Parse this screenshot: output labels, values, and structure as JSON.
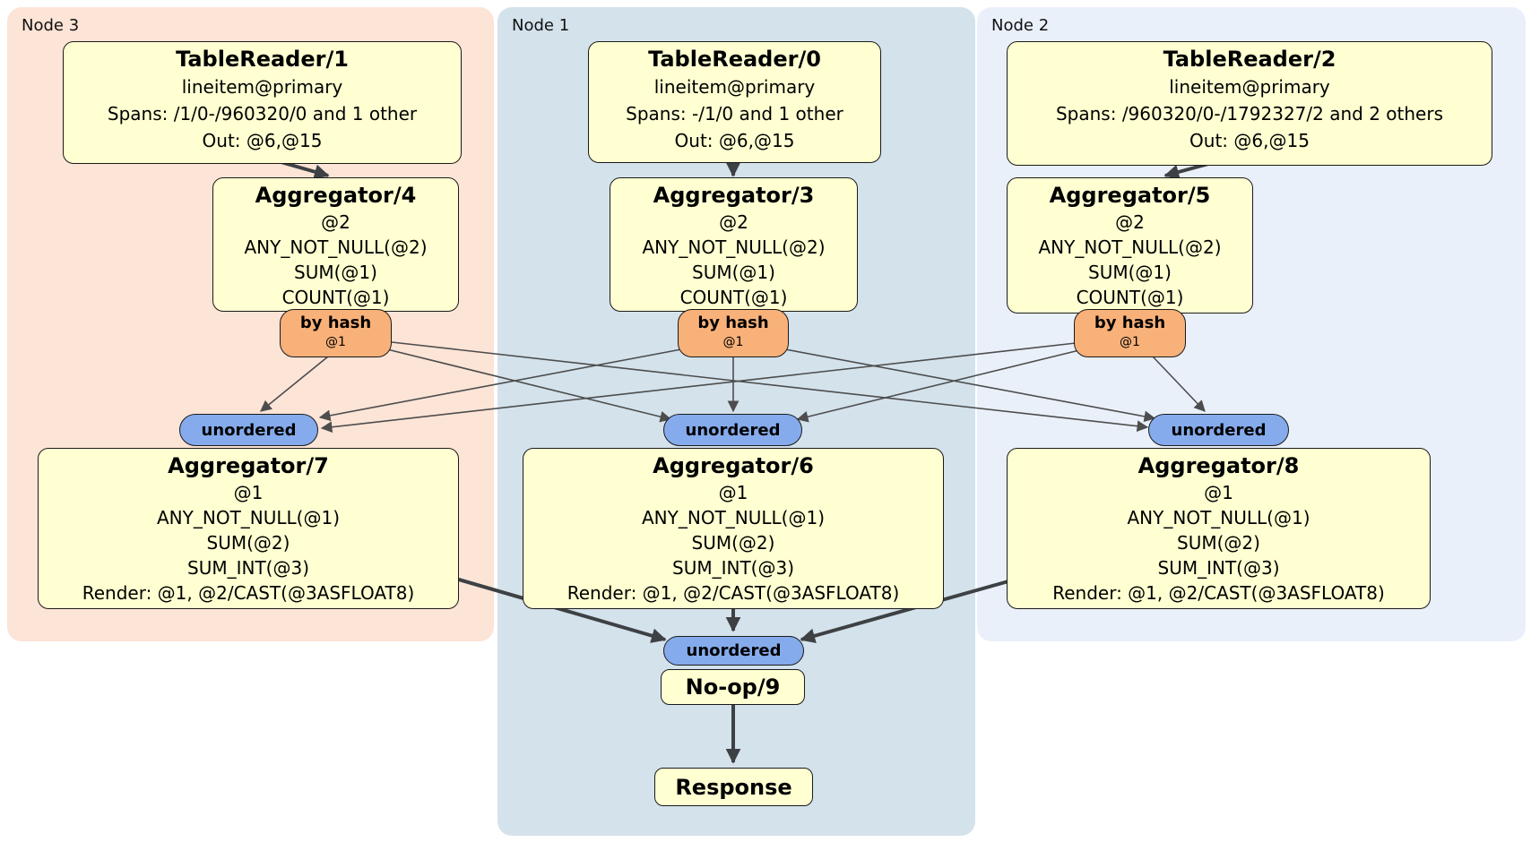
{
  "colors": {
    "region_node3": "#fce4d6",
    "region_node1": "#d4e2ec",
    "region_node2": "#eaf0fa",
    "box_fill": "#ffffd2",
    "box_border": "#1a1a1a",
    "router_fill": "#f8b179",
    "sync_fill": "#85abec",
    "edge_thin": "#4d4d4d",
    "edge_thick": "#3e4144",
    "text_color": "#000000"
  },
  "regions": {
    "node3": {
      "label": "Node 3"
    },
    "node1": {
      "label": "Node 1"
    },
    "node2": {
      "label": "Node 2"
    }
  },
  "processors": {
    "tablereader1": {
      "title": "TableReader/1",
      "lines": [
        "lineitem@primary",
        "Spans: /1/0-/960320/0 and 1 other",
        "Out: @6,@15"
      ]
    },
    "tablereader0": {
      "title": "TableReader/0",
      "lines": [
        "lineitem@primary",
        "Spans: -/1/0 and 1 other",
        "Out: @6,@15"
      ]
    },
    "tablereader2": {
      "title": "TableReader/2",
      "lines": [
        "lineitem@primary",
        "Spans: /960320/0-/1792327/2 and 2 others",
        "Out: @6,@15"
      ]
    },
    "aggregator4": {
      "title": "Aggregator/4",
      "lines": [
        "@2",
        "ANY_NOT_NULL(@2)",
        "SUM(@1)",
        "COUNT(@1)"
      ]
    },
    "aggregator3": {
      "title": "Aggregator/3",
      "lines": [
        "@2",
        "ANY_NOT_NULL(@2)",
        "SUM(@1)",
        "COUNT(@1)"
      ]
    },
    "aggregator5": {
      "title": "Aggregator/5",
      "lines": [
        "@2",
        "ANY_NOT_NULL(@2)",
        "SUM(@1)",
        "COUNT(@1)"
      ]
    },
    "aggregator7": {
      "title": "Aggregator/7",
      "lines": [
        "@1",
        "ANY_NOT_NULL(@1)",
        "SUM(@2)",
        "SUM_INT(@3)",
        "Render: @1, @2/CAST(@3ASFLOAT8)"
      ]
    },
    "aggregator6": {
      "title": "Aggregator/6",
      "lines": [
        "@1",
        "ANY_NOT_NULL(@1)",
        "SUM(@2)",
        "SUM_INT(@3)",
        "Render: @1, @2/CAST(@3ASFLOAT8)"
      ]
    },
    "aggregator8": {
      "title": "Aggregator/8",
      "lines": [
        "@1",
        "ANY_NOT_NULL(@1)",
        "SUM(@2)",
        "SUM_INT(@3)",
        "Render: @1, @2/CAST(@3ASFLOAT8)"
      ]
    },
    "noop9": {
      "title": "No-op/9"
    },
    "response": {
      "title": "Response"
    }
  },
  "routers": {
    "left": {
      "label": "by hash",
      "detail": "@1"
    },
    "middle": {
      "label": "by hash",
      "detail": "@1"
    },
    "right": {
      "label": "by hash",
      "detail": "@1"
    }
  },
  "syncers": {
    "left": {
      "label": "unordered"
    },
    "middle": {
      "label": "unordered"
    },
    "right": {
      "label": "unordered"
    },
    "bottom": {
      "label": "unordered"
    }
  }
}
